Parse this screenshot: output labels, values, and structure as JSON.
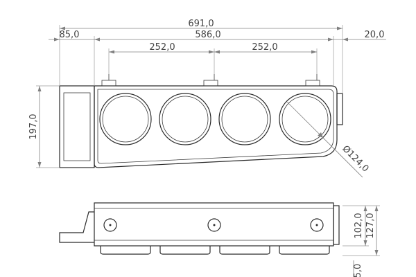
{
  "drawing": {
    "dimensions": {
      "overall_length": "691,0",
      "left_offset": "85,0",
      "body_length": "586,0",
      "right_offset": "20,0",
      "spacing_left": "252,0",
      "spacing_right": "252,0",
      "height": "197,0",
      "circle_diameter": "Ø124,0",
      "depth_102": "102,0",
      "depth_127": "127,0",
      "offset_5": "5,0"
    }
  }
}
